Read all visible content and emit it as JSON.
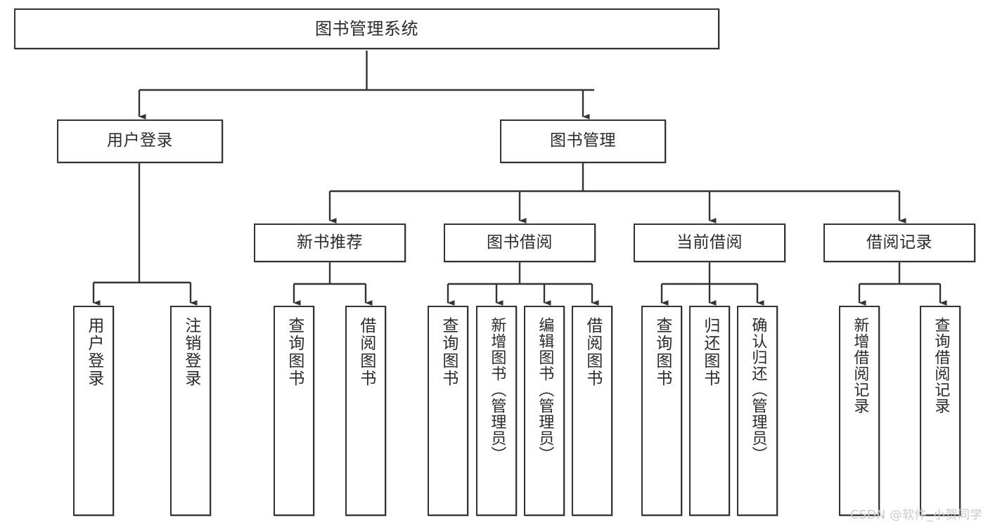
{
  "diagram": {
    "title": "图书管理系统",
    "type": "tree-hierarchy-chart",
    "background_color": "#ffffff",
    "line_color": "#333333",
    "text_color": "#2b2b2b"
  },
  "root": {
    "label": "图书管理系统"
  },
  "level2": [
    {
      "label": "用户登录"
    },
    {
      "label": "图书管理"
    }
  ],
  "level3": [
    {
      "label": "新书推荐"
    },
    {
      "label": "图书借阅"
    },
    {
      "label": "当前借阅"
    },
    {
      "label": "借阅记录"
    }
  ],
  "leaves": {
    "user_login": [
      {
        "label": "用户登录"
      },
      {
        "label": "注销登录"
      }
    ],
    "new_book_recommend": [
      {
        "label": "查询图书"
      },
      {
        "label": "借阅图书"
      }
    ],
    "book_borrow": [
      {
        "label": "查询图书"
      },
      {
        "label": "新增图书（管理员）"
      },
      {
        "label": "编辑图书（管理员）"
      },
      {
        "label": "借阅图书"
      }
    ],
    "current_borrow": [
      {
        "label": "查询图书"
      },
      {
        "label": "归还图书"
      },
      {
        "label": "确认归还（管理员）"
      }
    ],
    "borrow_record": [
      {
        "label": "新增借阅记录"
      },
      {
        "label": "查询借阅记录"
      }
    ]
  },
  "watermark": {
    "text": "CSDN @软件_小贺同学",
    "color": "#c8c8c8"
  }
}
